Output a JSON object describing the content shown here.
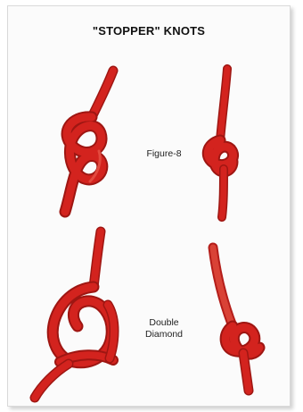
{
  "title": "\"STOPPER\" KNOTS",
  "knots": [
    {
      "name": "Figure-8"
    },
    {
      "name_line1": "Double",
      "name_line2": "Diamond"
    }
  ],
  "colors": {
    "rope": "#d3231e",
    "rope_dark": "#9e1612",
    "background": "#fbfbfb"
  }
}
